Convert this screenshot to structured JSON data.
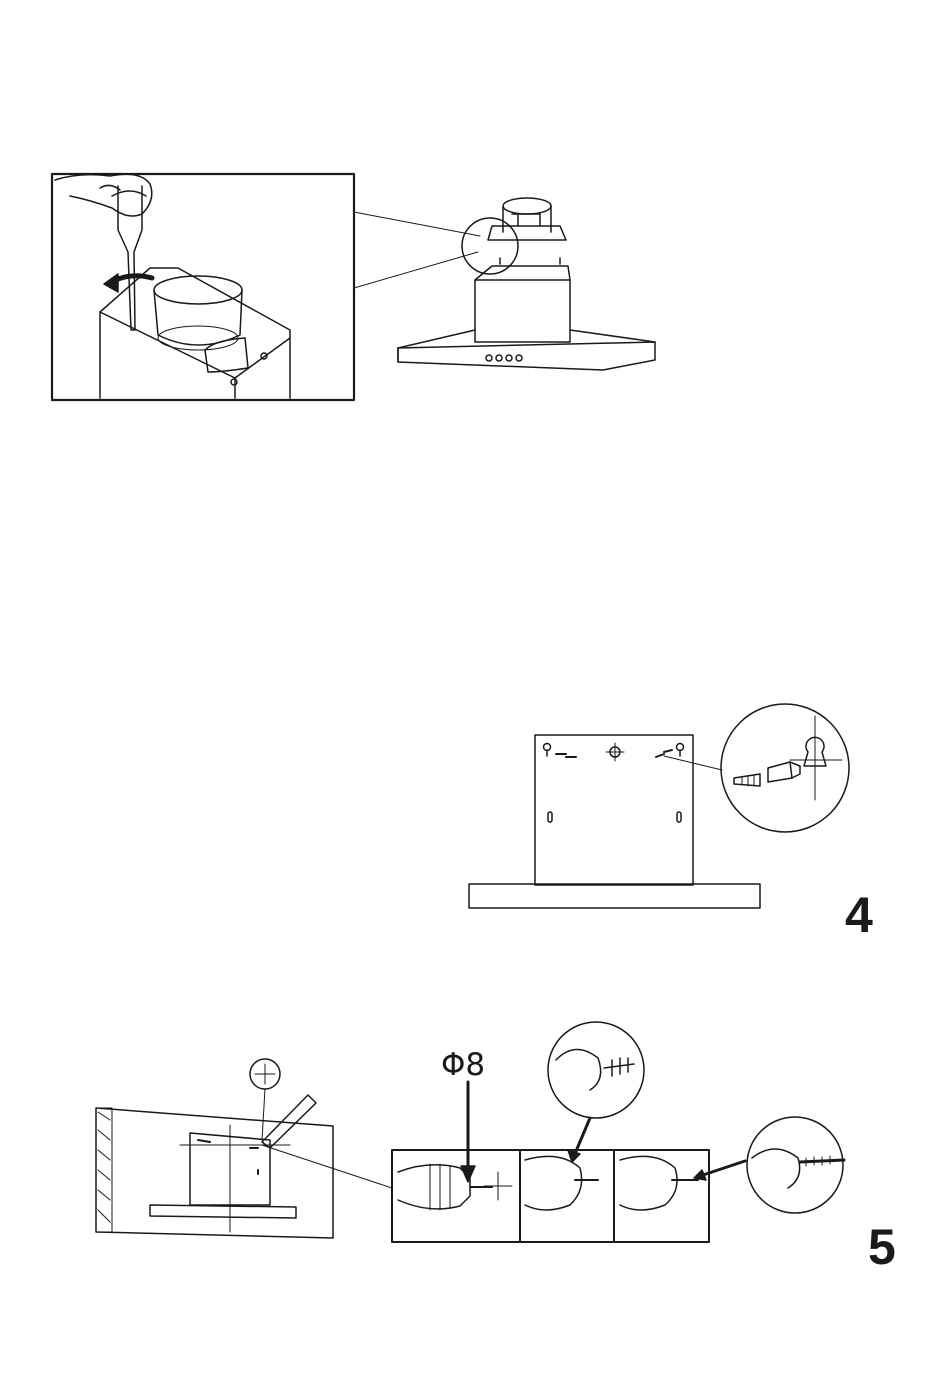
{
  "steps": {
    "step4_number": "4",
    "step5_number": "5"
  },
  "labels": {
    "drill_size": "Φ8"
  },
  "colors": {
    "line": "#1a1a1a",
    "background": "#ffffff"
  },
  "illustrations": [
    "screwdriver-detail-icon",
    "range-hood-exploded-icon",
    "hood-back-panel-icon",
    "wall-anchor-detail-icon",
    "wall-marking-icon",
    "drill-sequence-icon"
  ]
}
